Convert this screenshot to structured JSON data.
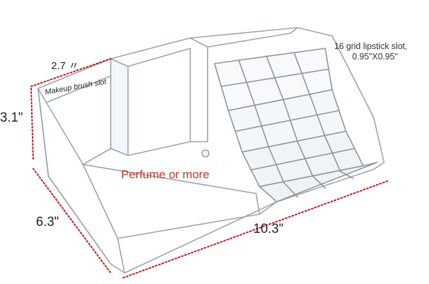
{
  "product_image": {
    "dimensions": {
      "top_width": "2.7 〃",
      "height": "3.1\"",
      "depth": "6.3\"",
      "length": "10.3\""
    },
    "labels": {
      "brush_slot": "Makeup brush slot",
      "perfume": "Perfume or more",
      "lipstick_line1": "16 grid lipstick slot,",
      "lipstick_line2": "0.95\"X0.95\""
    },
    "colors": {
      "dimension_line": "#c0181a",
      "perfume_text": "#c0392b",
      "acrylic_edge": "#9aa3ab"
    }
  }
}
